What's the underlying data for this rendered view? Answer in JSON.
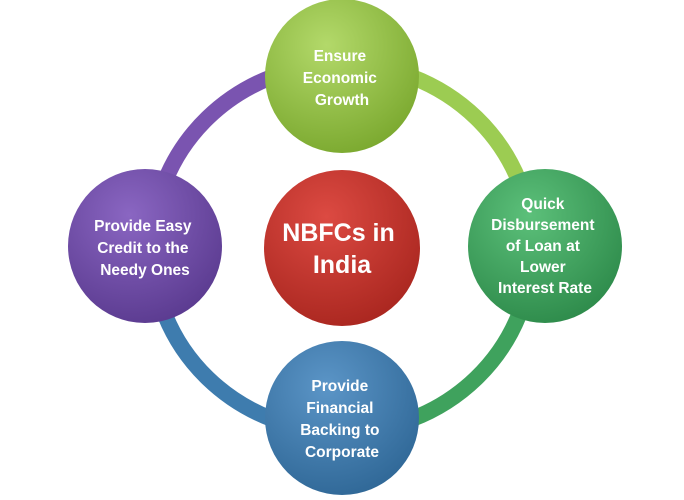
{
  "center": {
    "lines": [
      "NBFCs in",
      "India"
    ],
    "color": "#c0392b"
  },
  "nodes": [
    {
      "id": "top",
      "lines": [
        "Ensure",
        "Economic",
        "Growth"
      ],
      "color": "#8db93e"
    },
    {
      "id": "right",
      "lines": [
        "Quick",
        "Disbursement",
        "of Loan at",
        "Lower",
        "Interest Rate"
      ],
      "color": "#3d9e5c"
    },
    {
      "id": "bottom",
      "lines": [
        "Provide",
        "Financial",
        "Backing to",
        "Corporate"
      ],
      "color": "#3c76a9"
    },
    {
      "id": "left",
      "lines": [
        "Provide Easy",
        "Credit to the",
        "Needy Ones"
      ],
      "color": "#6b48a3"
    }
  ],
  "ring_colors": {
    "top_right": "#9ccc52",
    "right_bottom": "#3fa25d",
    "bottom_left": "#3e7cae",
    "left_top": "#7a54b0"
  }
}
